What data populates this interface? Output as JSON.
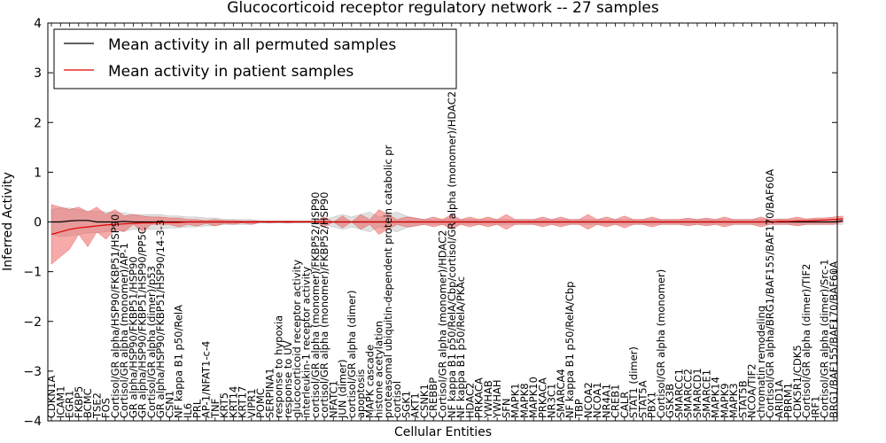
{
  "chart_data": {
    "type": "line",
    "title": "Glucocorticoid receptor regulatory network -- 27 samples",
    "xlabel": "Cellular Entities",
    "ylabel": "Inferred Activity",
    "ylim": [
      -4,
      4
    ],
    "yticks": [
      "−4",
      "−3",
      "−2",
      "−1",
      "0",
      "1",
      "2",
      "3",
      "4"
    ],
    "yticks_values": [
      -4,
      -3,
      -2,
      -1,
      0,
      1,
      2,
      3,
      4
    ],
    "grid": false,
    "legend_position": "top-left",
    "legend": [
      {
        "label": "Mean activity in all permuted samples",
        "color": "#000000"
      },
      {
        "label": "Mean activity in patient samples",
        "color": "#e00000"
      }
    ],
    "colors": {
      "permuted_line": "#000000",
      "patient_line": "#e00000",
      "permuted_band": "#bbbbbb",
      "patient_band": "#ee5555"
    },
    "categories": [
      "CDKN1A",
      "ICAM1",
      "EGR1",
      "FKBP5",
      "BCMC",
      "TSE2",
      "FOS",
      "Cortisol/GR alpha/HSP90/FKBP51/HSP90",
      "Cortisol/GR alpha (monomer)/AP-1",
      "GR alpha/HSP90/FKBP51/HSP90",
      "GR alpha/HSP90/FKBP51/HSP90/PP5C",
      "Cortisol/GR alpha (dimer)/p53",
      "GR alpha/HSP90/FKBP51/HSP90/14-3-3",
      "CSN1",
      "NF kappa B1 p50/RelA",
      "IL6",
      "PRL",
      "AP-1/NFAT1-c-4",
      "TNF",
      "KRT5",
      "KRT14",
      "KRT17",
      "VIPR1",
      "POMC",
      "SERPINA1",
      "response to hypoxia",
      "response to UV",
      "glucocorticoid receptor activity",
      "interleukin-1 receptor activity",
      "cortisol/GR alpha (monomer)/FKBP52/HSP90",
      "cortisol/GR alpha (monomer)/FKBP52/HSP90",
      "NFATC1",
      "JUN (dimer)",
      "cortisol/GR alpha (dimer)",
      "apoptosis",
      "MAPK cascade",
      "histone acetylation",
      "proteasomal ubiquitin-dependent protein catabolic pr",
      "cortisol",
      "SGK1",
      "AKT1",
      "CSNK1",
      "CREBBP",
      "Cortisol/GR alpha (monomer)/HDAC2",
      "NF kappa B1 p50/RelA/Cbp/cortisol/GR alpha (monomer)/HDAC2",
      "NF kappa B1 p50/RelA/PKAc",
      "HDAC2",
      "PRKACA",
      "YWHAB",
      "YWHAH",
      "SFN",
      "MAPK1",
      "MAPK8",
      "MAPK10",
      "PRKACA",
      "NR3C1",
      "SMARCA4",
      "NF kappa B1 p50/RelA/Cbp",
      "TBP",
      "NCOA2",
      "NCOA1",
      "NR4A1",
      "CREB1",
      "CALR",
      "STAT1 (dimer)",
      "STAT5A",
      "PBX1",
      "Cortisol/GR alpha (monomer)",
      "GSK3B",
      "SMARCC1",
      "SMARCC2",
      "SMARCD1",
      "SMARCE1",
      "MAPK14",
      "MAPK9",
      "MAPK3",
      "STAT5B",
      "NCOA/TIF2",
      "chromatin remodeling",
      "Cortisol/GR alpha/BRG1/BAF155/BAF170/BAF60A",
      "ARID1A",
      "PBRM1",
      "CDK5R1/CDK5",
      "Cortisol/GR alpha (dimer)/TIF2",
      "IRF1",
      "Cortisol/GR alpha (dimer)/Src-1",
      "BRG1/BAF155/BAF170/BAF60A"
    ],
    "x": [
      0,
      1,
      2,
      3,
      4,
      5,
      6,
      7,
      8,
      9,
      10,
      11,
      12,
      13,
      14,
      15,
      16,
      17,
      18,
      19,
      20,
      21,
      22,
      23,
      24,
      25,
      26,
      27,
      28,
      29,
      30,
      31,
      32,
      33,
      34,
      35,
      36,
      37,
      38,
      39,
      40,
      41,
      42,
      43,
      44,
      45,
      46,
      47,
      48,
      49,
      50,
      51,
      52,
      53,
      54,
      55,
      56,
      57,
      58,
      59,
      60,
      61,
      62,
      63,
      64,
      65,
      66,
      67,
      68,
      69,
      70,
      71,
      72,
      73,
      74,
      75,
      76,
      77,
      78,
      79,
      80,
      81,
      82,
      83,
      84,
      85,
      86,
      87
    ],
    "series": [
      {
        "name": "Mean activity in all permuted samples",
        "color": "#000000",
        "values": [
          0.0,
          0.0,
          0.02,
          0.03,
          0.03,
          0.0,
          0.0,
          0.0,
          0.01,
          0.0,
          0.0,
          0.0,
          0.0,
          0.0,
          0.0,
          0.0,
          0.0,
          0.0,
          0.0,
          0.0,
          0.0,
          0.0,
          0.0,
          0.0,
          0.0,
          0.0,
          0.0,
          0.0,
          0.0,
          0.0,
          0.0,
          0.0,
          0.0,
          0.0,
          0.0,
          0.0,
          0.0,
          0.0,
          0.0,
          0.0,
          0.0,
          0.0,
          0.0,
          0.0,
          0.0,
          0.0,
          0.0,
          0.0,
          0.0,
          0.0,
          0.0,
          0.0,
          0.0,
          0.0,
          0.0,
          0.0,
          0.0,
          0.0,
          0.0,
          0.0,
          0.0,
          0.0,
          0.0,
          0.0,
          0.0,
          0.0,
          0.0,
          0.0,
          0.0,
          0.0,
          0.0,
          0.0,
          0.0,
          0.0,
          0.0,
          0.0,
          0.0,
          0.0,
          0.0,
          0.0,
          0.0,
          0.0,
          0.0,
          0.0,
          0.0,
          0.0,
          0.0,
          0.02
        ],
        "lower": [
          -0.25,
          -0.3,
          -0.28,
          -0.25,
          -0.22,
          -0.22,
          -0.2,
          -0.18,
          -0.18,
          -0.15,
          -0.15,
          -0.15,
          -0.15,
          -0.12,
          -0.12,
          -0.1,
          -0.1,
          -0.08,
          -0.08,
          -0.05,
          -0.05,
          -0.05,
          -0.05,
          -0.02,
          -0.02,
          -0.02,
          -0.02,
          -0.02,
          -0.02,
          -0.02,
          -0.05,
          -0.1,
          -0.15,
          -0.1,
          -0.15,
          -0.2,
          -0.1,
          -0.15,
          -0.2,
          -0.12,
          -0.08,
          -0.05,
          -0.05,
          -0.05,
          -0.08,
          -0.05,
          -0.05,
          -0.05,
          -0.05,
          -0.05,
          -0.05,
          -0.05,
          -0.05,
          -0.05,
          -0.05,
          -0.05,
          -0.05,
          -0.05,
          -0.05,
          -0.05,
          -0.05,
          -0.05,
          -0.05,
          -0.05,
          -0.05,
          -0.05,
          -0.05,
          -0.05,
          -0.05,
          -0.05,
          -0.05,
          -0.05,
          -0.05,
          -0.05,
          -0.05,
          -0.05,
          -0.05,
          -0.05,
          -0.05,
          -0.05,
          -0.05,
          -0.05,
          -0.05,
          -0.05,
          -0.05,
          -0.05,
          -0.05,
          -0.05
        ],
        "upper": [
          0.25,
          0.28,
          0.28,
          0.25,
          0.22,
          0.22,
          0.2,
          0.2,
          0.18,
          0.15,
          0.15,
          0.15,
          0.15,
          0.12,
          0.12,
          0.1,
          0.1,
          0.08,
          0.08,
          0.05,
          0.05,
          0.05,
          0.05,
          0.02,
          0.02,
          0.02,
          0.02,
          0.02,
          0.02,
          0.02,
          0.05,
          0.1,
          0.15,
          0.1,
          0.15,
          0.2,
          0.1,
          0.15,
          0.2,
          0.12,
          0.08,
          0.05,
          0.05,
          0.05,
          0.08,
          0.05,
          0.05,
          0.05,
          0.05,
          0.05,
          0.05,
          0.05,
          0.05,
          0.05,
          0.05,
          0.05,
          0.05,
          0.05,
          0.05,
          0.05,
          0.05,
          0.05,
          0.05,
          0.05,
          0.05,
          0.05,
          0.05,
          0.05,
          0.05,
          0.05,
          0.05,
          0.05,
          0.05,
          0.05,
          0.05,
          0.05,
          0.05,
          0.05,
          0.05,
          0.05,
          0.05,
          0.05,
          0.05,
          0.05,
          0.05,
          0.05,
          0.05,
          0.08
        ]
      },
      {
        "name": "Mean activity in patient samples",
        "color": "#e00000",
        "values": [
          -0.25,
          -0.2,
          -0.15,
          -0.12,
          -0.1,
          -0.08,
          -0.06,
          -0.05,
          -0.04,
          -0.03,
          -0.02,
          -0.02,
          -0.01,
          -0.01,
          -0.01,
          0.0,
          0.0,
          0.0,
          0.0,
          0.0,
          0.0,
          0.0,
          0.0,
          0.0,
          0.0,
          0.0,
          0.0,
          0.0,
          0.0,
          0.0,
          0.0,
          0.0,
          0.0,
          0.0,
          0.0,
          0.0,
          0.0,
          0.0,
          0.0,
          0.0,
          0.0,
          0.0,
          0.0,
          0.0,
          0.0,
          0.0,
          0.0,
          0.0,
          0.0,
          0.0,
          0.0,
          0.0,
          0.0,
          0.0,
          0.0,
          0.0,
          0.0,
          0.0,
          0.0,
          0.0,
          0.0,
          0.0,
          0.0,
          0.0,
          0.0,
          0.0,
          0.0,
          0.0,
          0.0,
          0.0,
          0.0,
          0.0,
          0.0,
          0.0,
          0.0,
          0.0,
          0.0,
          0.0,
          0.0,
          0.0,
          0.01,
          0.01,
          0.02,
          0.02,
          0.03,
          0.04,
          0.05,
          0.06
        ],
        "lower": [
          -0.85,
          -0.7,
          -0.55,
          -0.25,
          -0.5,
          -0.2,
          -0.35,
          -0.15,
          -0.2,
          -0.05,
          -0.2,
          -0.05,
          -0.05,
          -0.05,
          -0.1,
          -0.05,
          -0.08,
          -0.03,
          -0.08,
          -0.03,
          -0.05,
          -0.02,
          -0.05,
          0.0,
          -0.02,
          0.0,
          -0.02,
          0.0,
          0.0,
          0.0,
          -0.1,
          0.0,
          -0.12,
          0.0,
          -0.15,
          -0.05,
          -0.25,
          -0.15,
          -0.05,
          -0.1,
          -0.08,
          -0.05,
          -0.1,
          -0.05,
          -0.15,
          -0.05,
          -0.1,
          -0.05,
          -0.1,
          -0.05,
          -0.15,
          -0.05,
          -0.05,
          -0.05,
          -0.1,
          -0.05,
          -0.1,
          -0.05,
          -0.05,
          -0.15,
          -0.05,
          -0.1,
          -0.05,
          -0.12,
          -0.05,
          -0.05,
          -0.1,
          -0.05,
          -0.05,
          -0.05,
          -0.08,
          -0.05,
          -0.08,
          -0.05,
          -0.1,
          -0.05,
          -0.05,
          -0.05,
          -0.1,
          -0.05,
          -0.05,
          -0.05,
          -0.08,
          -0.05,
          -0.05,
          -0.05,
          -0.05,
          0.0
        ],
        "upper": [
          0.35,
          0.3,
          0.25,
          0.3,
          0.2,
          0.3,
          0.15,
          0.25,
          0.12,
          0.15,
          0.12,
          0.1,
          0.1,
          0.08,
          0.08,
          0.05,
          0.05,
          0.03,
          0.05,
          0.03,
          0.03,
          0.02,
          0.02,
          0.02,
          0.02,
          0.02,
          0.02,
          0.02,
          0.02,
          0.02,
          0.1,
          0.0,
          0.12,
          0.0,
          0.15,
          0.05,
          0.25,
          0.15,
          0.05,
          0.1,
          0.08,
          0.05,
          0.1,
          0.05,
          0.15,
          0.05,
          0.1,
          0.05,
          0.1,
          0.05,
          0.15,
          0.05,
          0.05,
          0.05,
          0.1,
          0.05,
          0.1,
          0.05,
          0.05,
          0.15,
          0.05,
          0.1,
          0.05,
          0.12,
          0.05,
          0.05,
          0.1,
          0.05,
          0.05,
          0.05,
          0.08,
          0.05,
          0.08,
          0.05,
          0.1,
          0.05,
          0.05,
          0.05,
          0.1,
          0.05,
          0.06,
          0.06,
          0.1,
          0.06,
          0.08,
          0.08,
          0.1,
          0.12
        ]
      }
    ]
  }
}
